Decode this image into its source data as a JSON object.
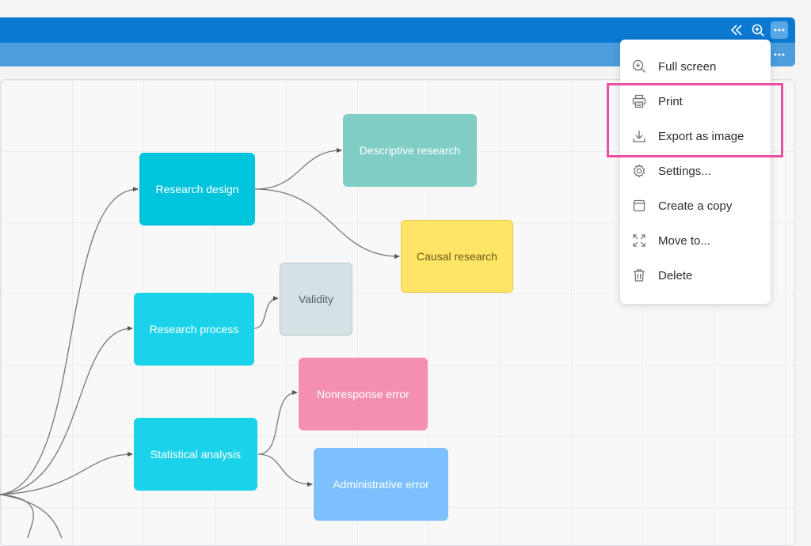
{
  "toolbar": {
    "collapse_icon": "double-chevron-left-icon",
    "zoom_icon": "zoom-in-icon",
    "more_icon": "more-horizontal-icon",
    "accent": "#0b78d2",
    "subbar_color": "#4b9edb"
  },
  "mindmap": {
    "nodes": {
      "research_design": "Research design",
      "research_process": "Research process",
      "statistical_analysis": "Statistical analysis",
      "descriptive_research": "Descriptive research",
      "causal_research": "Causal research",
      "validity": "Validity",
      "nonresponse_error": "Nonresponse error",
      "administrative_error": "Administrative error"
    },
    "colors": {
      "cyan_dark": "#00c4dc",
      "cyan": "#1ad3ea",
      "teal": "#80cdc5",
      "yellow": "#ffe566",
      "gray": "#d6e1e6",
      "pink": "#f48fb1",
      "blue": "#7cc0fd"
    }
  },
  "menu": {
    "items": [
      {
        "label": "Full screen",
        "icon": "zoom-in-icon"
      },
      {
        "label": "Print",
        "icon": "printer-icon"
      },
      {
        "label": "Export as image",
        "icon": "download-icon"
      },
      {
        "label": "Settings...",
        "icon": "gear-icon"
      },
      {
        "label": "Create a copy",
        "icon": "copy-icon"
      },
      {
        "label": "Move to...",
        "icon": "move-icon"
      },
      {
        "label": "Delete",
        "icon": "trash-icon"
      }
    ],
    "highlight_color": "#ee4ea2"
  }
}
